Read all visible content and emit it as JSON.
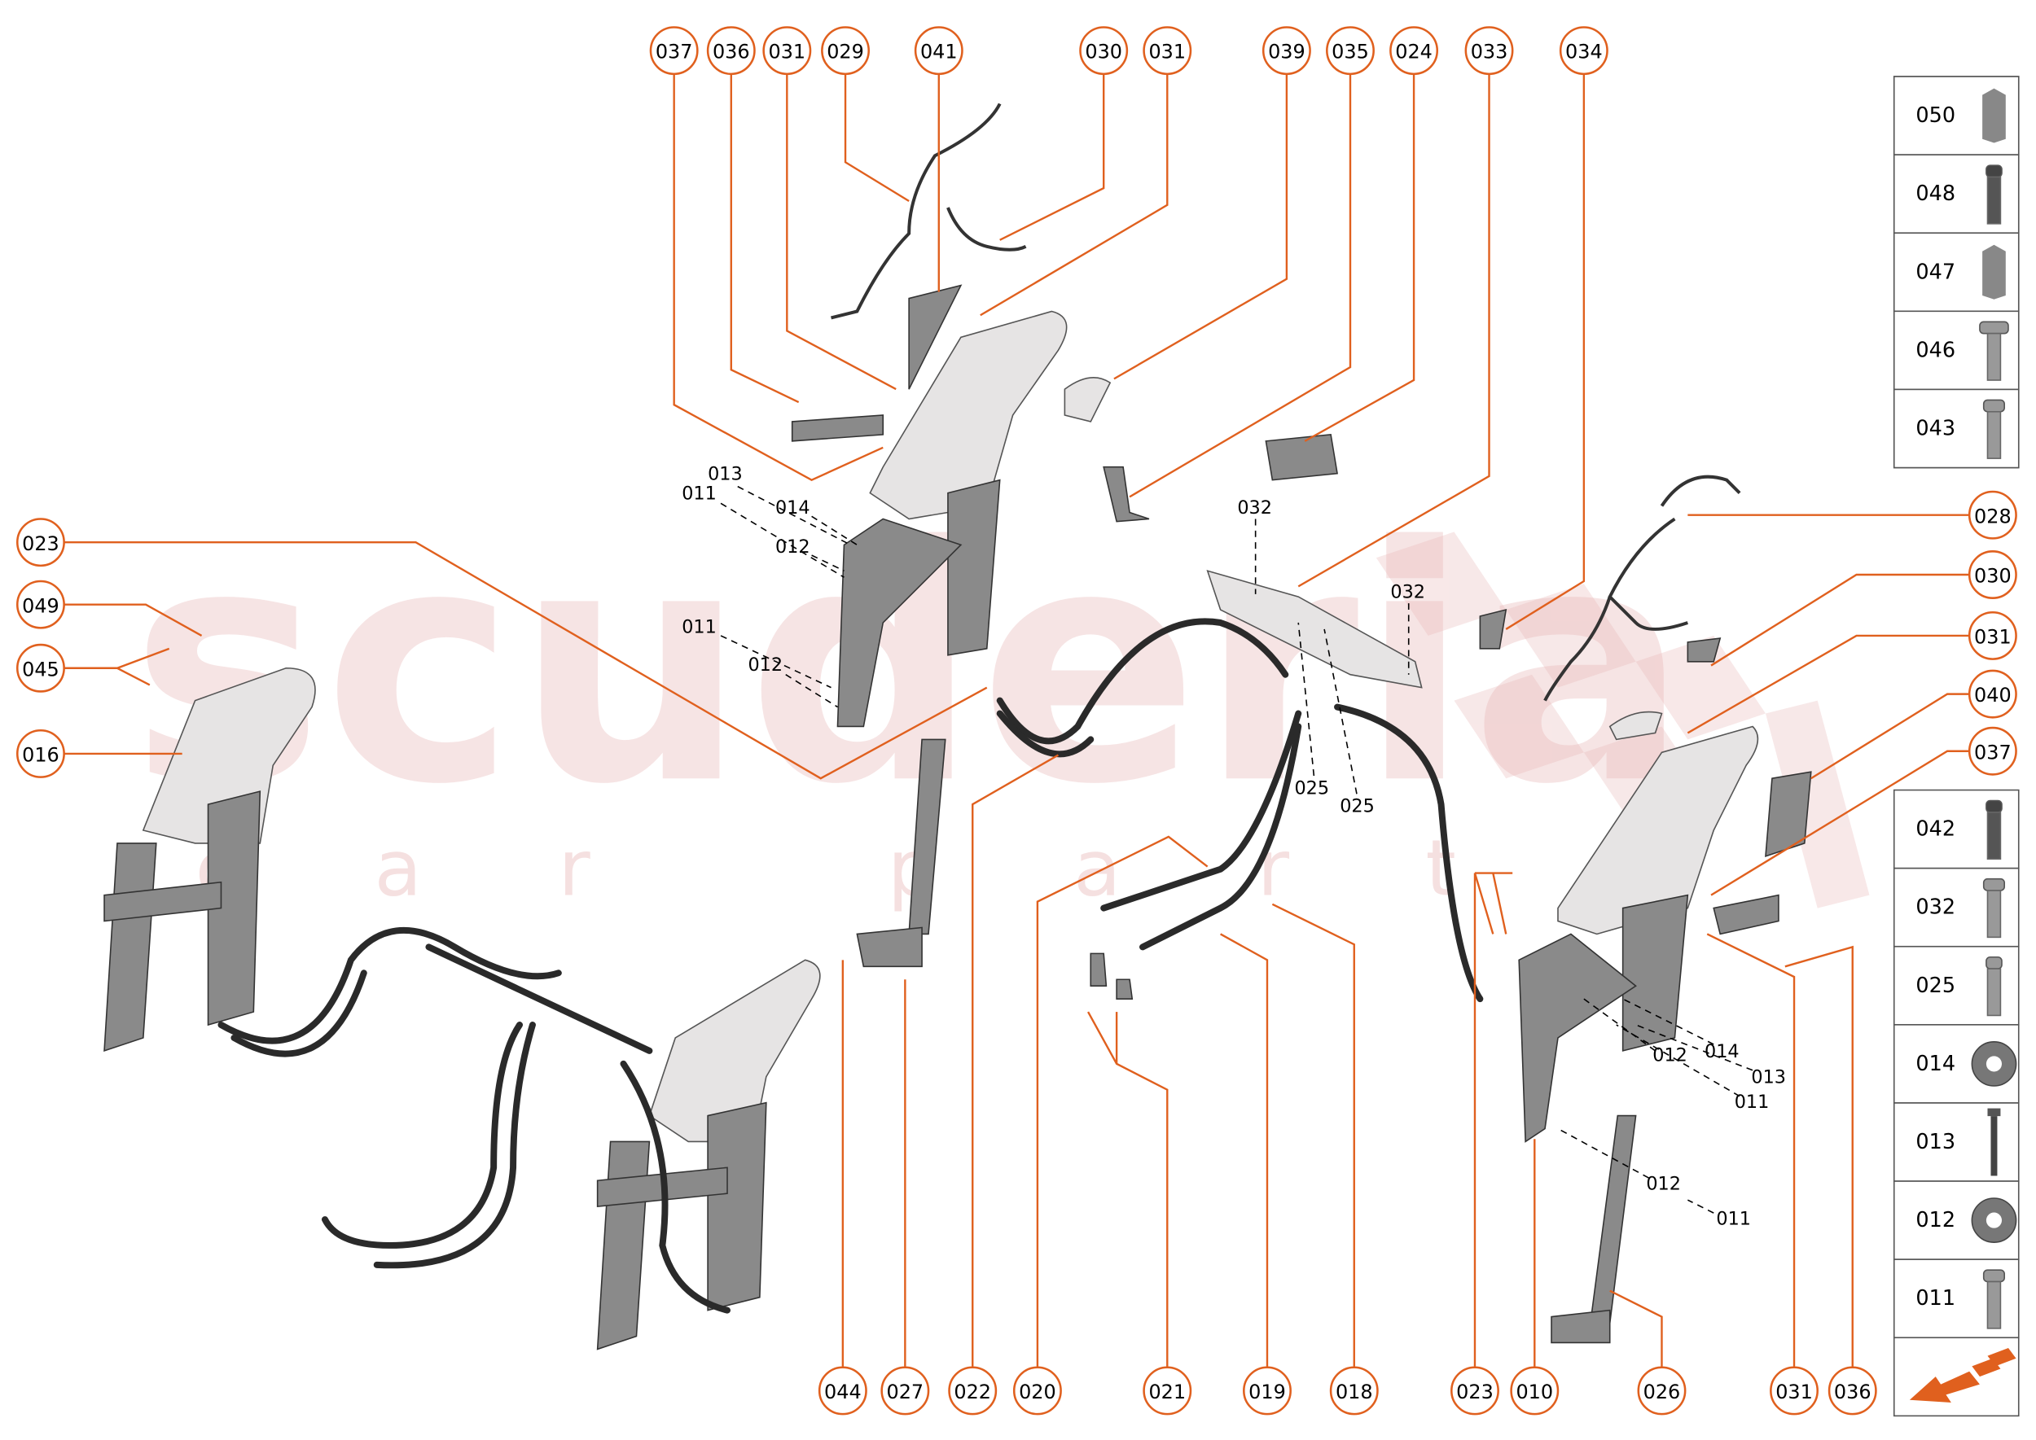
{
  "watermark": {
    "brand": "scuderia",
    "sub": "car parts"
  },
  "colors": {
    "callout": "#e0601e",
    "watermark": "#e8b4b4",
    "arrow": "#e0601e"
  },
  "callouts": {
    "top": [
      "037",
      "036",
      "031",
      "029",
      "041",
      "030",
      "031",
      "039",
      "035",
      "024",
      "033",
      "034"
    ],
    "left": [
      "023",
      "049",
      "045",
      "016"
    ],
    "right": [
      "028",
      "030",
      "031",
      "040",
      "037"
    ],
    "bottom": [
      "044",
      "027",
      "022",
      "020",
      "021",
      "019",
      "018",
      "023",
      "010",
      "026",
      "031",
      "036"
    ]
  },
  "inline_labels": [
    "013",
    "011",
    "014",
    "012",
    "011",
    "012",
    "032",
    "032",
    "025",
    "025",
    "012",
    "014",
    "013",
    "011",
    "012",
    "011"
  ],
  "legend_top": [
    "050",
    "048",
    "047",
    "046",
    "043"
  ],
  "legend_bottom": [
    "042",
    "032",
    "025",
    "014",
    "013",
    "012",
    "011"
  ],
  "legend_icons_top": [
    "hex-pin-icon",
    "socket-cap-bolt-icon",
    "hex-pin-icon",
    "torx-flange-bolt-icon",
    "hex-flange-bolt-icon"
  ],
  "legend_icons_bottom": [
    "socket-cap-bolt-icon",
    "hex-flange-bolt-icon",
    "button-head-bolt-icon",
    "washer-icon",
    "long-bolt-icon",
    "washer-icon",
    "hex-flange-bolt-icon"
  ],
  "nav_arrow_icon": "direction-arrow-icon"
}
